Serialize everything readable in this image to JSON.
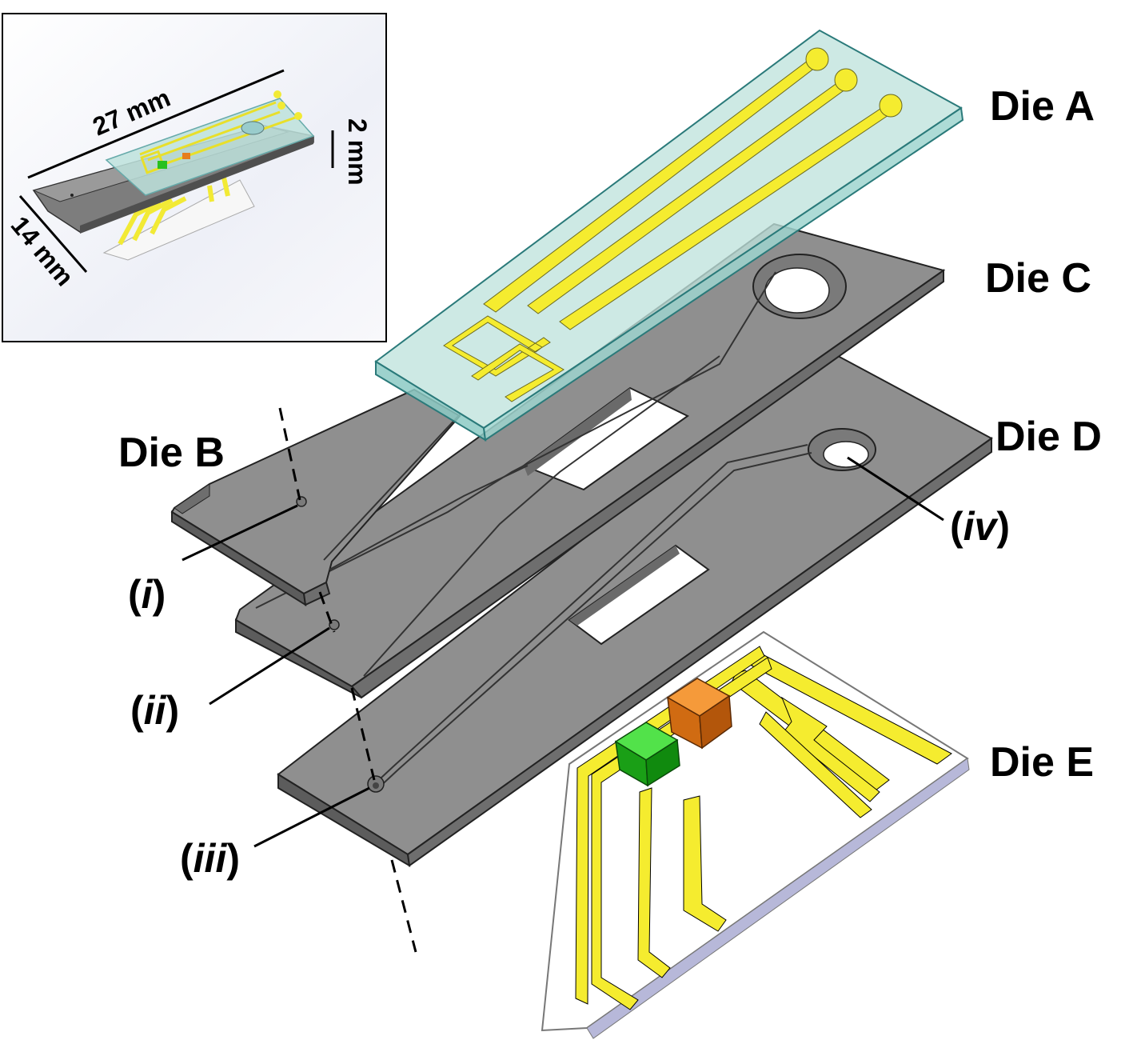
{
  "labels": {
    "die_a": "Die A",
    "die_b": "Die B",
    "die_c": "Die C",
    "die_d": "Die D",
    "die_e": "Die E"
  },
  "callouts": {
    "i": {
      "open": "(",
      "roman": "i",
      "close": ")"
    },
    "ii": {
      "open": "(",
      "roman": "ii",
      "close": ")"
    },
    "iii": {
      "open": "(",
      "roman": "iii",
      "close": ")"
    },
    "iv": {
      "open": "(",
      "roman": "iv",
      "close": ")"
    }
  },
  "inset": {
    "length": "27 mm",
    "width": "14 mm",
    "height": "2 mm"
  },
  "colors": {
    "gray_die": "#8f8f8f",
    "gray_die_side": "#6a6a6a",
    "glass": "#b5dcd8",
    "electrode": "#f2ea35",
    "green_chip": "#1fb81c",
    "orange_chip": "#e07a18"
  }
}
